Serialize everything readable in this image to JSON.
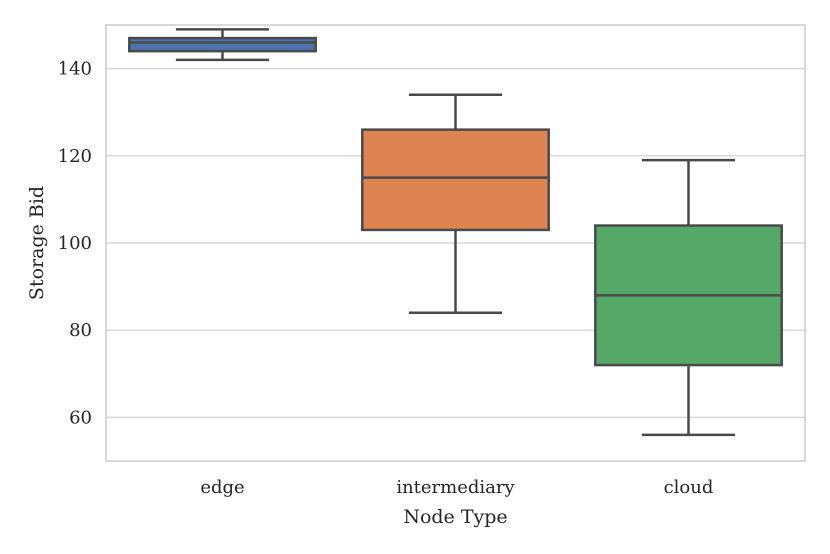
{
  "chart_data": {
    "type": "box",
    "xlabel": "Node Type",
    "ylabel": "Storage Bid",
    "ylim": [
      50,
      150
    ],
    "yticks": [
      60,
      80,
      100,
      120,
      140
    ],
    "grid": "horizontal",
    "categories": [
      "edge",
      "intermediary",
      "cloud"
    ],
    "colors": [
      "#4c72b0",
      "#dd8452",
      "#55a868"
    ],
    "boxes": [
      {
        "category": "edge",
        "min": 142,
        "q1": 144,
        "median": 146,
        "q3": 147,
        "max": 149
      },
      {
        "category": "intermediary",
        "min": 84,
        "q1": 103,
        "median": 115,
        "q3": 126,
        "max": 134
      },
      {
        "category": "cloud",
        "min": 56,
        "q1": 72,
        "median": 88,
        "q3": 104,
        "max": 119
      }
    ]
  }
}
